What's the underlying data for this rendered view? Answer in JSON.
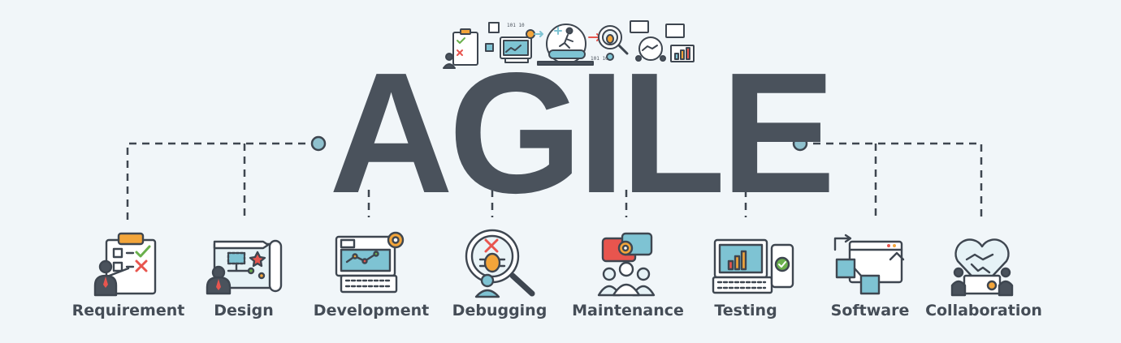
{
  "banner": {
    "headline": "AGILE",
    "colors": {
      "headline": "#4a525c",
      "connector": "#3e4650",
      "node": "#8fc1ce",
      "outline": "#3e4650",
      "accent_teal": "#7ec3d3",
      "accent_red": "#e8554e",
      "accent_orange": "#f3a53a",
      "accent_green": "#6ab04c"
    },
    "top_illustration": {
      "binary_left": "101 10",
      "binary_right": "101 10",
      "icons": [
        "checklist-icon",
        "monitor-icon",
        "runner-icon",
        "bug-icon",
        "handshake-icon",
        "chart-board-icon"
      ]
    },
    "stages": [
      {
        "label": "Requirement",
        "icon": "checklist-presenter-icon"
      },
      {
        "label": "Design",
        "icon": "blueprint-icon"
      },
      {
        "label": "Development",
        "icon": "laptop-code-icon"
      },
      {
        "label": "Debugging",
        "icon": "magnifier-bug-icon"
      },
      {
        "label": "Maintenance",
        "icon": "team-chat-gear-icon"
      },
      {
        "label": "Testing",
        "icon": "laptop-phone-check-icon"
      },
      {
        "label": "Software",
        "icon": "browser-blocks-icon"
      },
      {
        "label": "Collaboration",
        "icon": "handshake-heart-icon"
      }
    ]
  }
}
